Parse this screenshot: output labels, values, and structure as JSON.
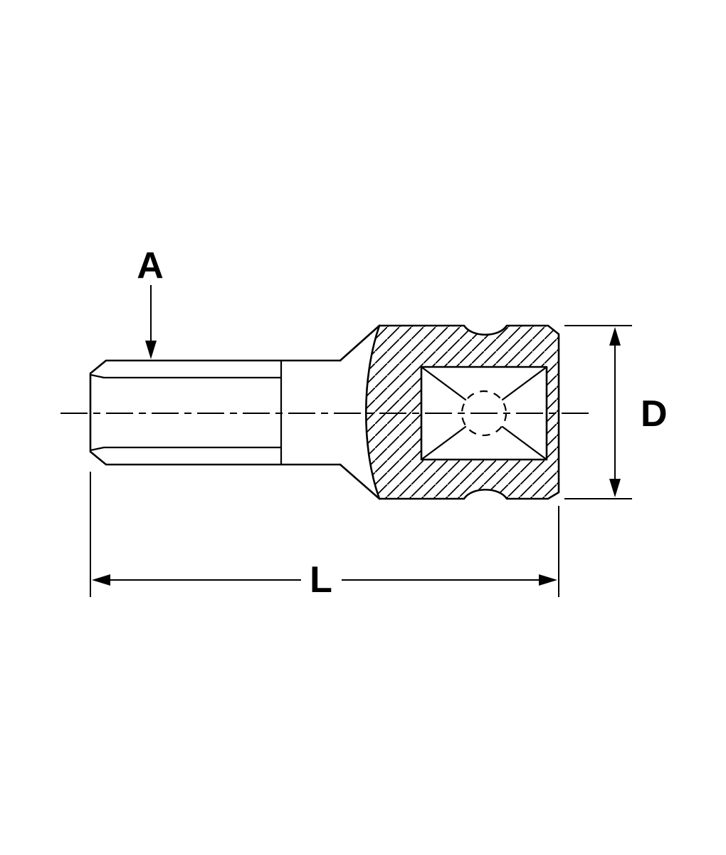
{
  "page": {
    "background_color": "#ffffff",
    "line_color": "#000000"
  },
  "diagram": {
    "labels": {
      "a": "A",
      "d": "D",
      "l": "L"
    }
  }
}
